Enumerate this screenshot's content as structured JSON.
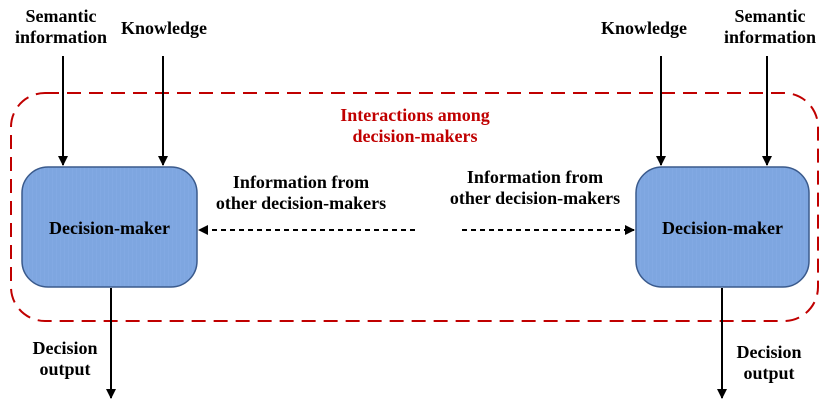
{
  "title": {
    "line1": "Interactions among",
    "line2": "decision-makers"
  },
  "left": {
    "semantic_line1": "Semantic",
    "semantic_line2": "information",
    "knowledge": "Knowledge",
    "decision_maker": "Decision-maker",
    "info_line1": "Information from",
    "info_line2": "other decision-makers",
    "output_line1": "Decision",
    "output_line2": "output"
  },
  "right": {
    "semantic_line1": "Semantic",
    "semantic_line2": "information",
    "knowledge": "Knowledge",
    "decision_maker": "Decision-maker",
    "info_line1": "Information from",
    "info_line2": "other decision-makers",
    "output_line1": "Decision",
    "output_line2": "output"
  },
  "colors": {
    "boundary": "#c00000",
    "node_fill": "#7ea6e0",
    "node_stroke": "#3a5a8c",
    "title_text": "#c00000"
  }
}
